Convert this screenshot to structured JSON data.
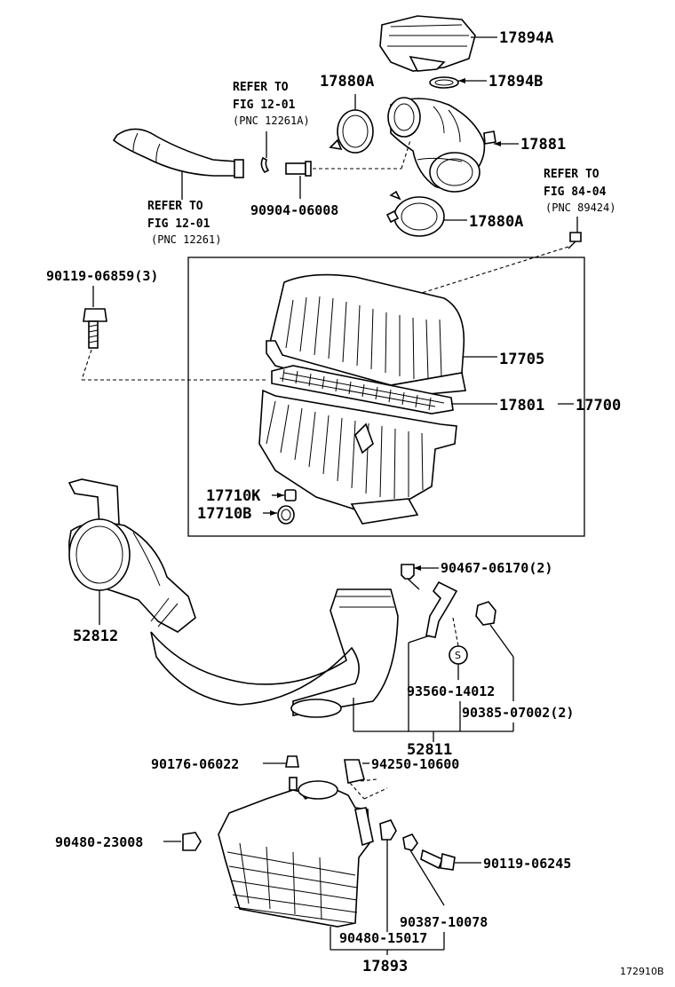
{
  "labels": {
    "p17894A": "17894A",
    "p17894B": "17894B",
    "p17880A_top": "17880A",
    "p17881": "17881",
    "p17880A_bottom": "17880A",
    "p90904_06008": "90904-06008",
    "p90119_06859": "90119-06859(3)",
    "p17705": "17705",
    "p17801": "17801",
    "p17700": "17700",
    "p17710K": "17710K",
    "p17710B": "17710B",
    "p90467_06170": "90467-06170(2)",
    "p52812": "52812",
    "p93560_14012": "93560-14012",
    "p90385_07002": "90385-07002(2)",
    "p52811": "52811",
    "p90176_06022": "90176-06022",
    "p94250_10600": "94250-10600",
    "p90480_23008": "90480-23008",
    "p90119_06245": "90119-06245",
    "p90387_10078": "90387-10078",
    "p90480_15017": "90480-15017",
    "p17893": "17893",
    "screw_mark": "S",
    "diagram_code": "172910B"
  },
  "refs": {
    "ref_a": {
      "line1": "REFER TO",
      "line2": "FIG 12-01",
      "line3": "(PNC 12261A)"
    },
    "ref_b": {
      "line1": "REFER TO",
      "line2": "FIG 12-01",
      "line3": "(PNC 12261)"
    },
    "ref_c": {
      "line1": "REFER TO",
      "line2": "FIG 84-04",
      "line3": "(PNC 89424)"
    }
  }
}
